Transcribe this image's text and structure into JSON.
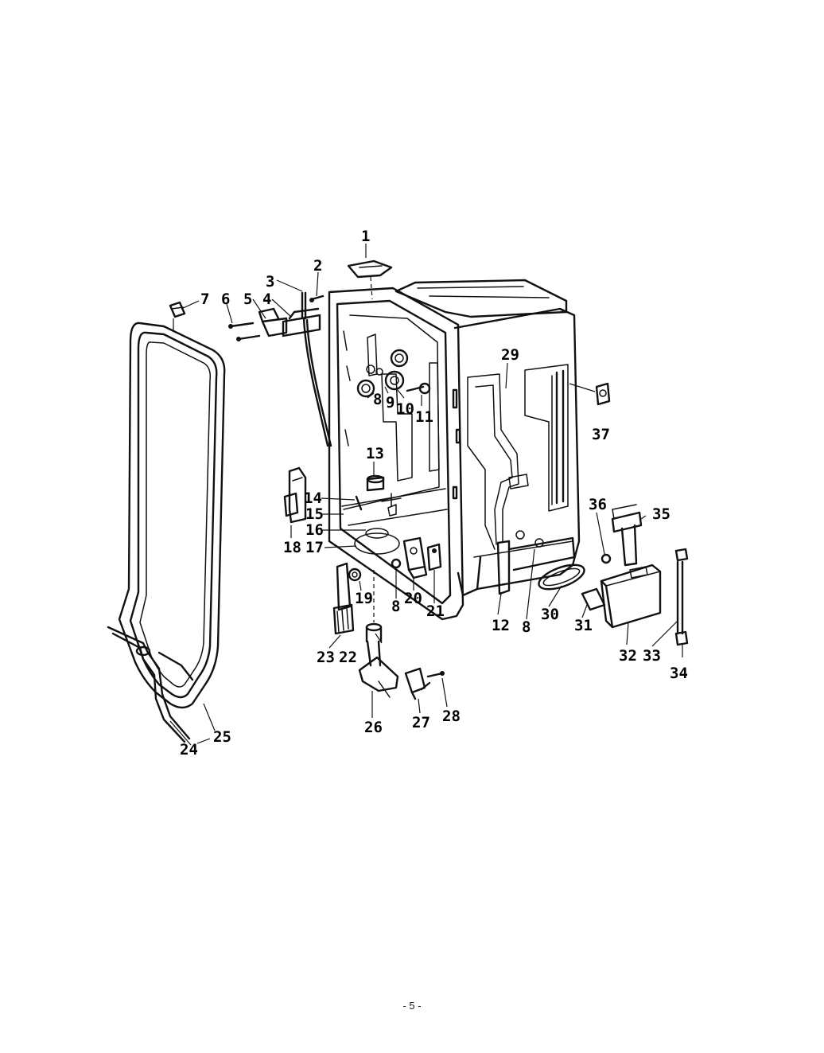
{
  "callouts": {
    "c1": "1",
    "c2": "2",
    "c3": "3",
    "c4": "4",
    "c5": "5",
    "c6": "6",
    "c7": "7",
    "c8a": "8",
    "c8b": "8",
    "c8c": "8",
    "c9": "9",
    "c10": "10",
    "c11": "11",
    "c12": "12",
    "c13": "13",
    "c14": "14",
    "c15": "15",
    "c16": "16",
    "c17": "17",
    "c18": "18",
    "c19": "19",
    "c20": "20",
    "c21": "21",
    "c22": "22",
    "c23": "23",
    "c24": "24",
    "c25": "25",
    "c26": "26",
    "c27": "27",
    "c28": "28",
    "c29": "29",
    "c30": "30",
    "c31": "31",
    "c32": "32",
    "c33": "33",
    "c34": "34",
    "c35": "35",
    "c36": "36",
    "c37": "37"
  },
  "footer": {
    "page_number": "- 5 -"
  }
}
